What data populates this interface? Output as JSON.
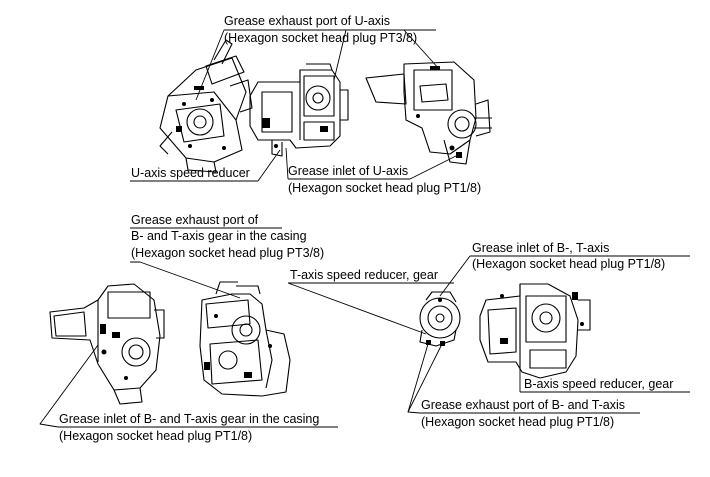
{
  "labels": {
    "u_exhaust_1": "Grease exhaust port of U-axis",
    "u_exhaust_2": "(Hexagon socket head plug PT3/8)",
    "u_reducer": "U-axis speed reducer",
    "u_inlet_1": "Grease inlet of U-axis",
    "u_inlet_2": "(Hexagon socket head plug PT1/8)",
    "bt_exhaust_1": "Grease exhaust port of",
    "bt_exhaust_2": "B- and T-axis gear in the casing",
    "bt_exhaust_3": "(Hexagon socket head plug PT3/8)",
    "bt_inlet_1": "Grease inlet of B-, T-axis",
    "bt_inlet_2": "(Hexagon socket head plug PT1/8)",
    "t_reducer": "T-axis speed reducer, gear",
    "b_reducer": "B-axis speed reducer, gear",
    "bt_gear_inlet_1": "Grease inlet of B- and T-axis gear in the casing",
    "bt_gear_inlet_2": "(Hexagon socket head plug PT1/8)",
    "bt_exhaust_b_1": "Grease exhaust port of B- and T-axis",
    "bt_exhaust_b_2": "(Hexagon socket head plug PT1/8)"
  }
}
